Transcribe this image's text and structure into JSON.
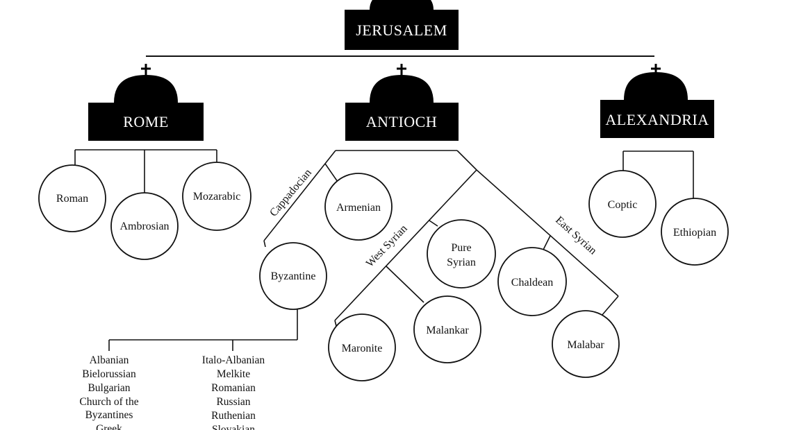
{
  "patriarchates": {
    "jerusalem": "JERUSALEM",
    "rome": "ROME",
    "antioch": "ANTIOCH",
    "alexandria": "ALEXANDRIA"
  },
  "rites": {
    "roman": "Roman",
    "ambrosian": "Ambrosian",
    "mozarabic": "Mozarabic",
    "armenian": "Armenian",
    "byzantine": "Byzantine",
    "pure_syrian_1": "Pure",
    "pure_syrian_2": "Syrian",
    "chaldean": "Chaldean",
    "maronite": "Maronite",
    "malankar": "Malankar",
    "malabar": "Malabar",
    "coptic": "Coptic",
    "ethiopian": "Ethiopian"
  },
  "branches": {
    "cappadocian": "Cappadocian",
    "west_syrian": "West Syrian",
    "east_syrian": "East Syrian"
  },
  "byzantine_churches": {
    "left": [
      "Albanian",
      "Bielorussian",
      "Bulgarian",
      "Church of the",
      "Byzantines",
      "Greek"
    ],
    "right": [
      "Italo-Albanian",
      "Melkite",
      "Romanian",
      "Russian",
      "Ruthenian",
      "Slovakian"
    ]
  }
}
